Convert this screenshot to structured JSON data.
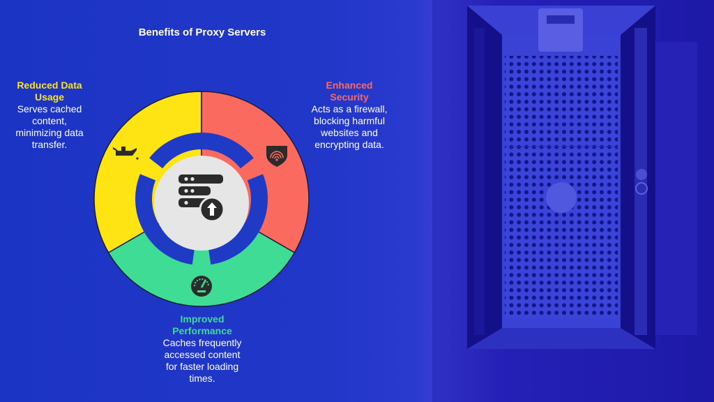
{
  "title": "Benefits of Proxy Servers",
  "colors": {
    "yellow": "#ffe414",
    "red": "#fb6a5e",
    "green": "#3fdc95",
    "blue_ring": "#1f3bc6",
    "center": "#e6e6e6",
    "icon": "#2b2b2b"
  },
  "center_icon": "server-upload-icon",
  "segments": [
    {
      "name": "reduced-data-usage",
      "heading_lines": [
        "Reduced Data",
        "Usage"
      ],
      "body_lines": [
        "Serves cached",
        "content,",
        "minimizing data",
        "transfer."
      ],
      "icon": "oil-can-icon",
      "color": "#ffe414"
    },
    {
      "name": "enhanced-security",
      "heading_lines": [
        "Enhanced",
        "Security"
      ],
      "body_lines": [
        "Acts as a firewall,",
        "blocking harmful",
        "websites and",
        "encrypting data."
      ],
      "icon": "shield-wifi-icon",
      "color": "#fb6a5e"
    },
    {
      "name": "improved-performance",
      "heading_lines": [
        "Improved",
        "Performance"
      ],
      "body_lines": [
        "Caches frequently",
        "accessed content",
        "for faster loading",
        "times."
      ],
      "icon": "speedometer-icon",
      "color": "#3fdc95"
    }
  ]
}
